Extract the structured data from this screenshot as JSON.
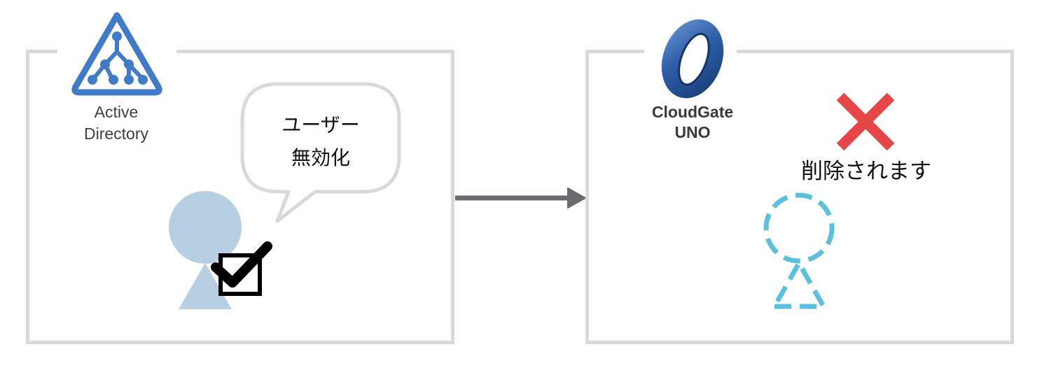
{
  "source_system": {
    "logo": "active-directory-icon",
    "label_line1": "Active",
    "label_line2": "Directory"
  },
  "target_system": {
    "logo": "cloudgate-ring-icon",
    "label_line1": "CloudGate",
    "label_line2": "UNO"
  },
  "bubble": {
    "line1": "ユーザー",
    "line2": "無効化"
  },
  "target_status": {
    "text": "削除されます",
    "icon": "red-x-icon"
  },
  "colors": {
    "panel_border": "#d9d9d9",
    "ad_blue": "#3f7bc8",
    "user_active": "#b7cfe2",
    "user_deleted": "#5bc0de",
    "delete_x": "#e64646",
    "arrow": "#6b6b6f"
  }
}
